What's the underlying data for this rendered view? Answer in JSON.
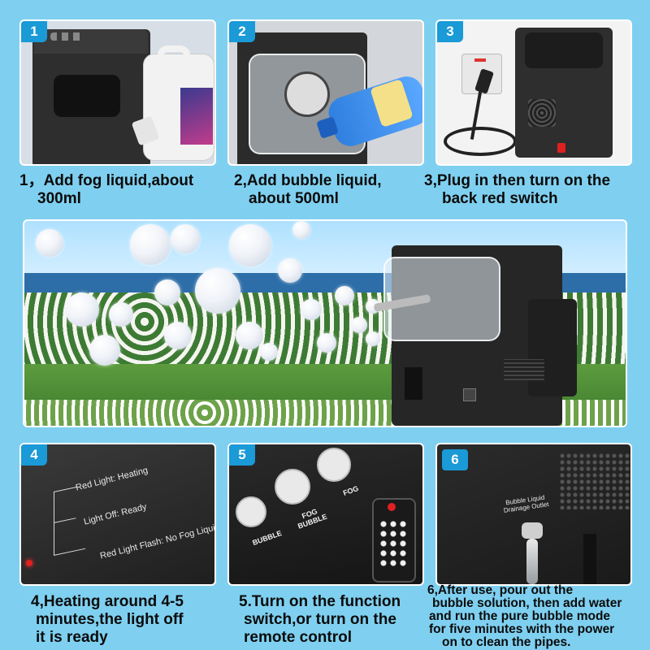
{
  "steps": [
    {
      "number": "1",
      "line1": "1，Add fog liquid,about",
      "line2": "300ml"
    },
    {
      "number": "2",
      "line1": "2,Add bubble liquid,",
      "line2": "about 500ml"
    },
    {
      "number": "3",
      "line1": "3,Plug in then turn on the",
      "line2": "back red switch"
    },
    {
      "number": "4",
      "line1": "4,Heating around 4-5",
      "line2": "minutes,the light off",
      "line3": "it is ready"
    },
    {
      "number": "5",
      "line1": "5.Turn on the function",
      "line2": "switch,or turn on the",
      "line3": "remote control"
    },
    {
      "number": "6",
      "line1": "6,After use, pour out the",
      "line2": "bubble solution, then add water",
      "line3": "and run the pure bubble mode",
      "line4": "for five minutes with the power",
      "line5": "on to clean the pipes."
    }
  ],
  "indicator_labels": {
    "heating": "Red Light: Heating",
    "ready": "Light Off: Ready",
    "no_fog": "Red Light Flash: No Fog Liquid"
  },
  "function_buttons": {
    "bubble": "BUBBLE",
    "fog_bubble_1": "FOG",
    "fog_bubble_2": "BUBBLE",
    "fog": "FOG"
  },
  "drain_label": {
    "line1": "Bubble Liquid",
    "line2": "Drainage Outlet"
  },
  "colors": {
    "background": "#7fd0f0",
    "badge": "#1a9ad6",
    "indicator_red": "#e02020"
  }
}
